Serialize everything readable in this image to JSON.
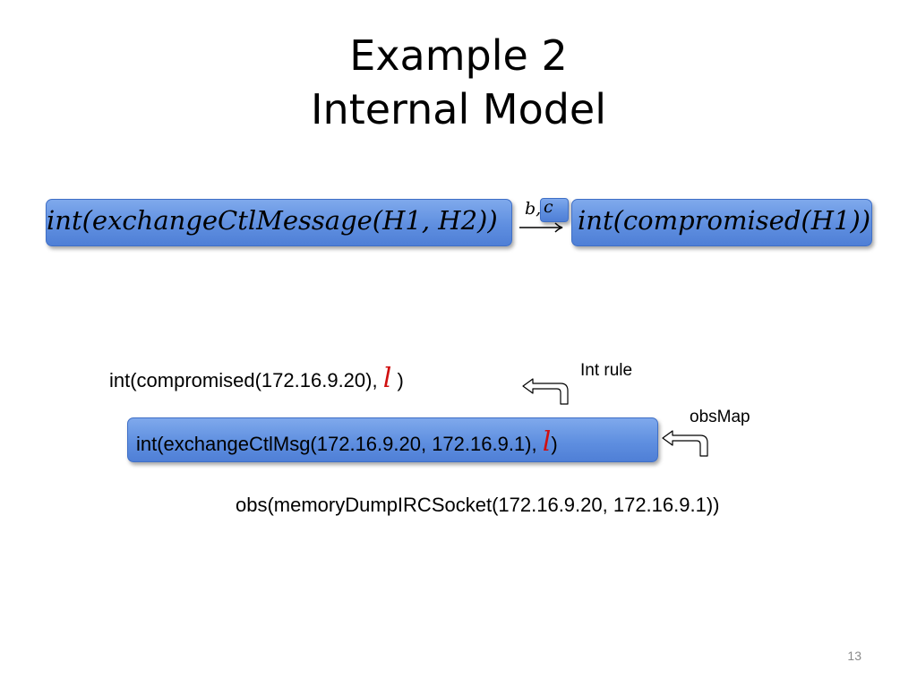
{
  "slide": {
    "title_line1": "Example 2",
    "title_line2": "Internal Model",
    "page_number": "13"
  },
  "rule": {
    "left_expr": "int(exchangeCtlMessage(H1, H2))",
    "arrow_label_b": "b,",
    "arrow_label_c": "c",
    "right_expr": "int(compromised(H1))"
  },
  "derivation": {
    "line1_text": "int(compromised(172.16.9.20),",
    "line1_var": "l",
    "line1_close": ")",
    "int_rule_label": "Int rule",
    "line2_text": "int(exchangeCtlMsg(172.16.9.20, 172.16.9.1),",
    "line2_var": "l",
    "line2_close": ")",
    "obsmap_label": "obsMap",
    "line3_text": "obs(memoryDumpIRCSocket(172.16.9.20, 172.16.9.1))"
  },
  "colors": {
    "box_blue": "#5f8fe0",
    "variable_red": "#d01010",
    "page_number_gray": "#8a8a8a"
  }
}
